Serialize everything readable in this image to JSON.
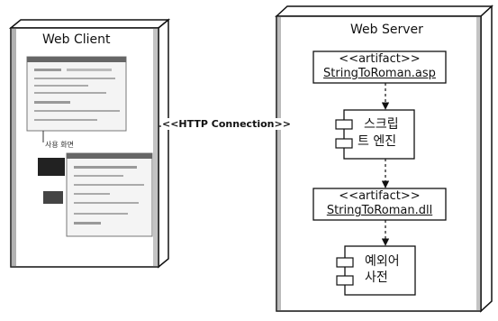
{
  "diagram": {
    "client_node": {
      "title": "Web Client",
      "caption": "사용 화면"
    },
    "server_node": {
      "title": "Web Server"
    },
    "connection": {
      "label": "<<HTTP Connection>>"
    },
    "artifact_asp": {
      "stereotype": "<<artifact>>",
      "name": "StringToRoman.asp"
    },
    "script_engine": {
      "line1": "스크립",
      "line2": "트 엔진"
    },
    "artifact_dll": {
      "stereotype": "<<artifact>>",
      "name": "StringToRoman.dll"
    },
    "exception_dict": {
      "line1": "예외어",
      "line2": "사전"
    }
  },
  "colors": {
    "line": "#111111",
    "shade": "#3a3a3a",
    "screenshot_border": "#777777"
  }
}
